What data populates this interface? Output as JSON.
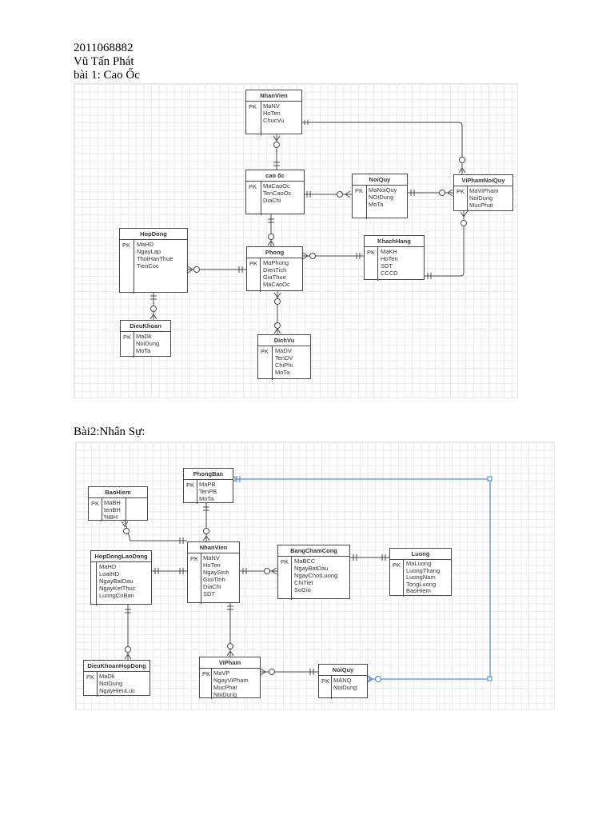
{
  "header": {
    "student_id": "2011068882",
    "student_name": "Vũ Tấn Phát",
    "exercise1_title": "bài 1: Cao Ốc",
    "exercise2_title": "Bài2:Nhân Sự:"
  },
  "diagram1": {
    "entities": {
      "nhanvien": {
        "title": "NhanVien",
        "pk": "PK",
        "fields": [
          "MaNV",
          "HoTen",
          "ChucVu"
        ]
      },
      "caooc": {
        "title": "cao ốc",
        "pk": "PK",
        "fields": [
          "MaCaoOc",
          "TenCaoOc",
          "DiaChi"
        ]
      },
      "noiquy": {
        "title": "NoiQuy",
        "pk": "PK",
        "fields": [
          "MaNoiQuy",
          "NOIDung",
          "MoTa"
        ]
      },
      "viphamnoiquy": {
        "title": "ViPhamNoiQuy",
        "pk": "PK",
        "fields": [
          "MaViPham",
          "NoiDung",
          "MucPhat"
        ]
      },
      "hopdong": {
        "title": "HopDong",
        "pk": "PK",
        "fields": [
          "MaHD",
          "NgayLap",
          "ThoiHanThue",
          "TienCoc"
        ]
      },
      "phong": {
        "title": "Phong",
        "pk": "PK",
        "fields": [
          "MaPhong",
          "DienTich",
          "GiaThue",
          "MaCaoOc"
        ]
      },
      "khachhang": {
        "title": "KhachHang",
        "pk": "PK",
        "fields": [
          "MaKH",
          "HoTen",
          "SDT",
          "CCCD"
        ]
      },
      "dieukhoan": {
        "title": "DieuKhoan",
        "pk": "PK",
        "fields": [
          "MaDk",
          "NoiDung",
          "MoTa"
        ]
      },
      "dichvu": {
        "title": "DichVu",
        "pk": "PK",
        "fields": [
          "MaDV",
          "TenDV",
          "ChiPhi",
          "MoTa"
        ]
      }
    }
  },
  "diagram2": {
    "entities": {
      "phongban": {
        "title": "PhongBan",
        "pk": "PK",
        "fields": [
          "MaPB",
          "TenPB",
          "MoTa"
        ]
      },
      "baohiem": {
        "title": "BaoHiem",
        "pk": "PK",
        "fields": [
          "MaBH",
          "tenBH",
          "%BH"
        ]
      },
      "nhanvien": {
        "title": "NhanVien",
        "pk": "PK",
        "fields": [
          "MaNV",
          "HoTen",
          "NgaySinh",
          "GioiTinh",
          "DiaChi",
          "SDT"
        ]
      },
      "hopdonglaodong": {
        "title": "HopDongLaoDong",
        "pk": "",
        "fields": [
          "MaHD",
          "LoaiHD",
          "NgayBatDau",
          "NgayKetThuc",
          "LuongCoBan"
        ]
      },
      "bangchamcong": {
        "title": "BangChamCong",
        "pk": "PK",
        "fields": [
          "MaBCC",
          "NgayBatDau",
          "NgayChotLuong",
          "ChiTiet",
          "SoGio"
        ]
      },
      "luong": {
        "title": "Luong",
        "pk": "PK",
        "fields": [
          "MaLuong",
          "LuongThang",
          "LuongNam",
          "TongLuong",
          "BaoHiem"
        ]
      },
      "dieukhoanhopdong": {
        "title": "DieuKhoanHopDong",
        "pk": "PK",
        "fields": [
          "MaDk",
          "NoiDung",
          "NgayHieuLuc"
        ]
      },
      "vipham": {
        "title": "ViPham",
        "pk": "PK",
        "fields": [
          "MaVP",
          "NgayViPham",
          "MucPhat",
          "NoiDung"
        ]
      },
      "noiquy": {
        "title": "NoiQuy",
        "pk": "PK",
        "fields": [
          "MANQ",
          "NoiDung"
        ]
      }
    }
  },
  "colors": {
    "line": "#4a4a4a",
    "selected_line": "#5b8fd6",
    "grid": "#e9e9e9"
  }
}
